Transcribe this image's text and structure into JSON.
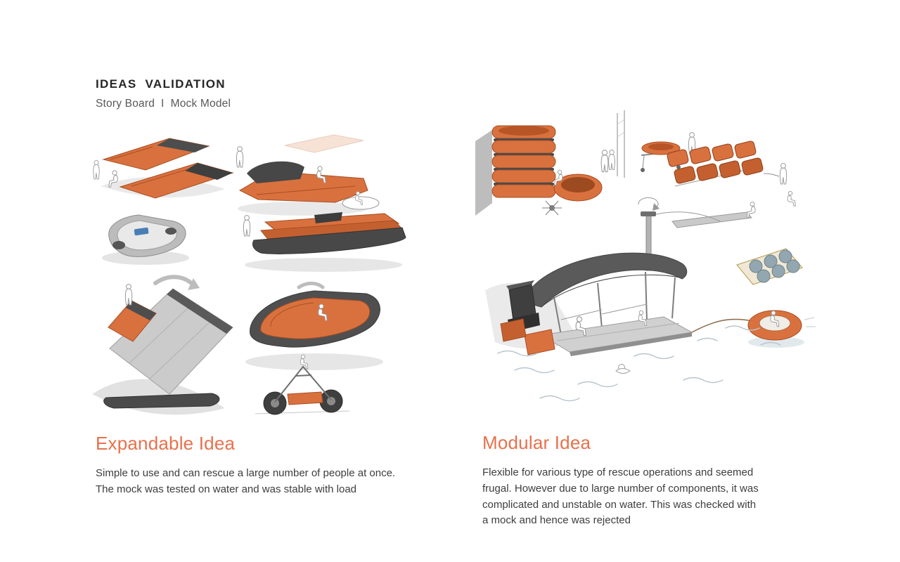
{
  "header": {
    "title": "IDEAS  VALIDATION",
    "subtitle": "Story Board  I  Mock Model"
  },
  "left": {
    "heading": "Expandable Idea",
    "body_lines": [
      "Simple to use and can rescue a large number of people at once.",
      "The mock was tested on water and was stable with load"
    ]
  },
  "right": {
    "heading": "Modular Idea",
    "body_lines": [
      "Flexible for various type of rescue operations and seemed",
      "frugal. However due to large number of components, it was",
      "complicated and unstable on water. This was checked with",
      "a mock and hence was rejected"
    ]
  },
  "colors": {
    "accent_orange": "#E7714C",
    "sketch_orange": "#D9713F",
    "sketch_orange_dark": "#B85527",
    "sketch_gray": "#4A4A4A",
    "title_text": "#262626",
    "subtitle_text": "#595959",
    "body_text": "#3D3D3D"
  }
}
